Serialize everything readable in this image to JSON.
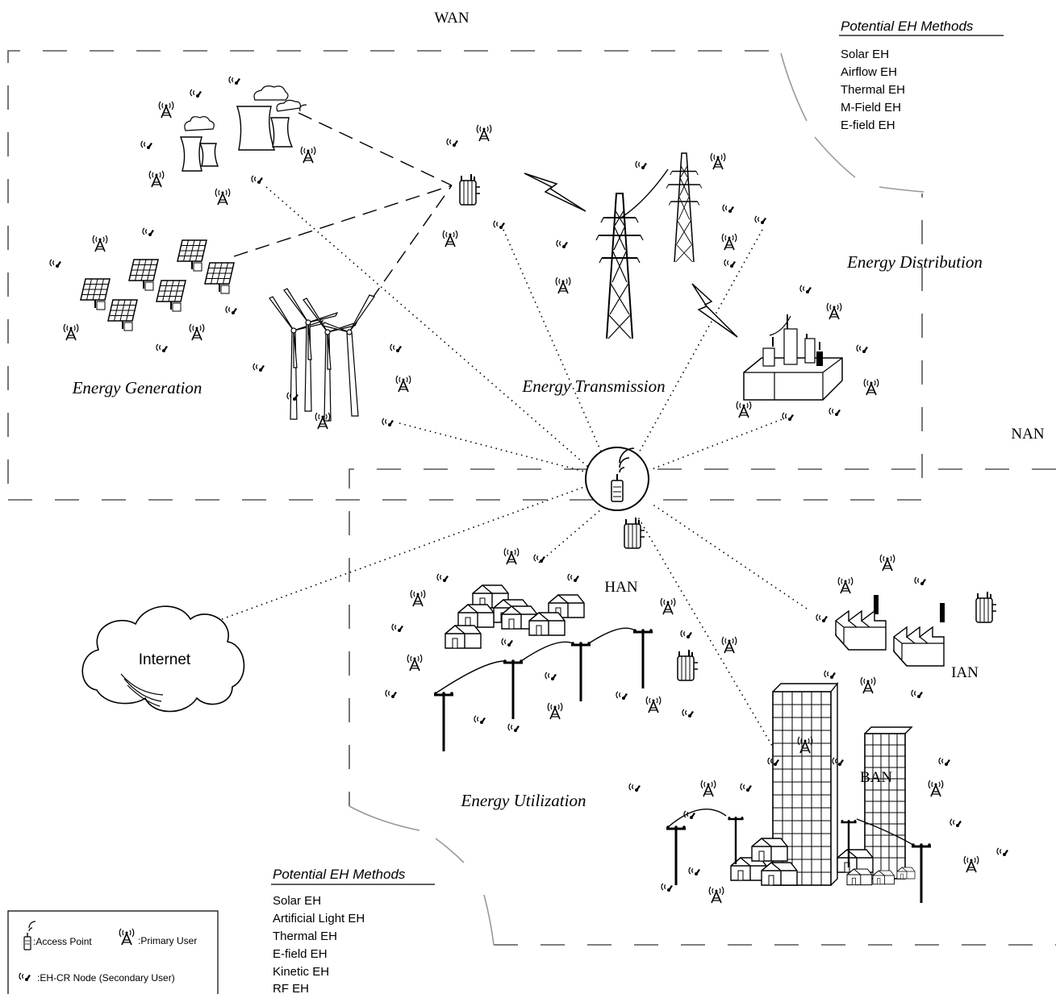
{
  "regions": {
    "wan": "WAN",
    "nan": "NAN",
    "han": "HAN",
    "ian": "IAN",
    "ban": "BAN"
  },
  "domains": {
    "generation": "Energy Generation",
    "transmission": "Energy Transmission",
    "distribution": "Energy Distribution",
    "utilization": "Energy Utilization"
  },
  "cloud_label": "Internet",
  "eh_top": {
    "title": "Potential EH Methods",
    "items": [
      "Solar EH",
      "Airflow EH",
      "Thermal EH",
      "M-Field EH",
      "E-field EH"
    ]
  },
  "eh_bottom": {
    "title": "Potential EH Methods",
    "items": [
      "Solar EH",
      "Artificial Light EH",
      "Thermal EH",
      "E-field EH",
      "Kinetic EH",
      "RF EH"
    ]
  },
  "legend": {
    "access_point": ":Access Point",
    "primary_user": ":Primary User",
    "secondary_user": ":EH-CR Node (Secondary User)"
  },
  "icons": {
    "access_point": "access-point-icon",
    "primary_user": "radio-tower-icon",
    "secondary_user": "eh-cr-node-icon"
  }
}
